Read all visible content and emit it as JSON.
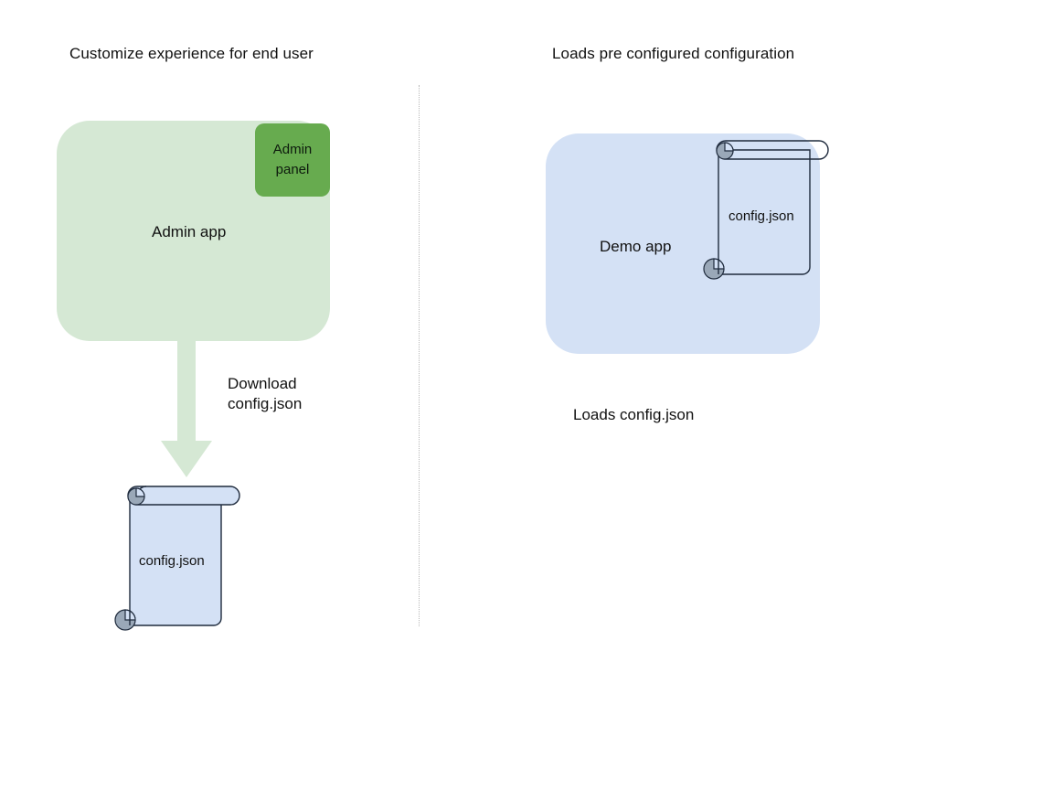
{
  "page": {
    "title": "Admin app / Demo app configuration flow diagram",
    "background": "#ffffff"
  },
  "colors": {
    "admin_app_fill": "#d5e8d4",
    "admin_panel_fill": "#67ab4f",
    "demo_app_fill": "#d4e1f5",
    "document_fill": "#d4e1f5",
    "document_stroke": "#1f2b3d",
    "document_roll": "#9aa8b8",
    "arrow_fill": "#d5e8d4",
    "divider_stroke": "#b9b9b9",
    "text": "#111111"
  },
  "headings": {
    "left": "Customize experience for end user",
    "right": "Loads pre configured configuration"
  },
  "left_column": {
    "app_box": {
      "label": "Admin app",
      "badge": {
        "line1": "Admin",
        "line2": "panel"
      }
    },
    "arrow": {
      "label_line1": "Download",
      "label_line2": "config.json",
      "direction": "down"
    },
    "document": {
      "label": "config.json",
      "type": "scroll"
    }
  },
  "right_column": {
    "app_box": {
      "label": "Demo app"
    },
    "document": {
      "label": "config.json",
      "type": "scroll"
    },
    "caption": "Loads config.json"
  }
}
